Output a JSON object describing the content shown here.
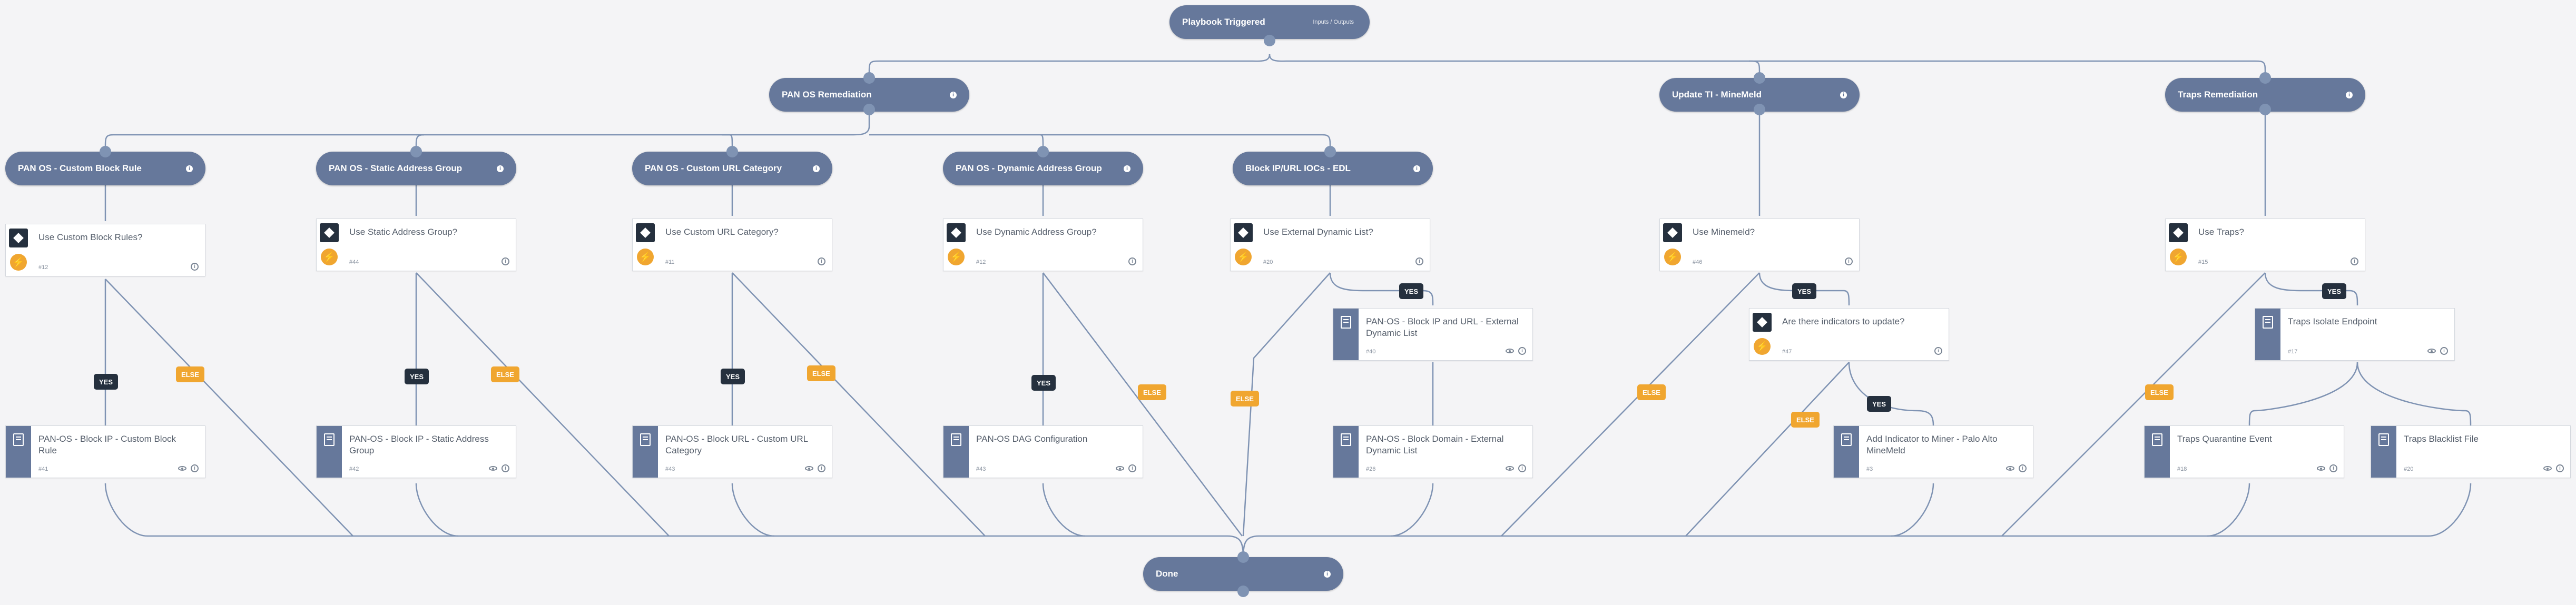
{
  "start": {
    "label": "Playbook Triggered",
    "sub": "Inputs / Outputs"
  },
  "sections": {
    "pan_os_remediation": "PAN OS Remediation",
    "update_ti": "Update TI - MineMeld",
    "traps": "Traps Remediation"
  },
  "groups": {
    "custom_block": "PAN OS - Custom Block Rule",
    "static_addr": "PAN OS - Static Address Group",
    "custom_url": "PAN OS - Custom URL Category",
    "dynamic_addr": "PAN OS - Dynamic Address Group",
    "edl": "Block IP/URL IOCs - EDL"
  },
  "conditions": {
    "c1": {
      "title": "Use Custom Block Rules?",
      "id": "#12"
    },
    "c2": {
      "title": "Use Static Address Group?",
      "id": "#44"
    },
    "c3": {
      "title": "Use Custom URL Category?",
      "id": "#11"
    },
    "c4": {
      "title": "Use Dynamic Address Group?",
      "id": "#12"
    },
    "c5": {
      "title": "Use External Dynamic List?",
      "id": "#20"
    },
    "c6": {
      "title": "Use Minemeld?",
      "id": "#46"
    },
    "c7": {
      "title": "Are there indicators to update?",
      "id": "#47"
    },
    "c8": {
      "title": "Use Traps?",
      "id": "#15"
    }
  },
  "tasks": {
    "t1": {
      "title": "PAN-OS - Block IP - Custom Block Rule",
      "id": "#41"
    },
    "t2": {
      "title": "PAN-OS - Block IP - Static Address Group",
      "id": "#42"
    },
    "t3": {
      "title": "PAN-OS - Block URL - Custom URL Category",
      "id": "#43"
    },
    "t4": {
      "title": "PAN-OS DAG Configuration",
      "id": "#43"
    },
    "t5": {
      "title": "PAN-OS - Block IP and URL - External Dynamic List",
      "id": "#40"
    },
    "t6": {
      "title": "PAN-OS - Block Domain - External Dynamic List",
      "id": "#26"
    },
    "t7": {
      "title": "Add Indicator to Miner - Palo Alto MineMeld",
      "id": "#3"
    },
    "t8": {
      "title": "Traps Isolate Endpoint",
      "id": "#17"
    },
    "t9": {
      "title": "Traps Quarantine Event",
      "id": "#18"
    },
    "t10": {
      "title": "Traps Blacklist File",
      "id": "#20"
    }
  },
  "branch": {
    "yes": "YES",
    "else": "ELSE"
  },
  "end": {
    "label": "Done"
  },
  "icons": {
    "info": "i",
    "bolt": "⚡"
  },
  "colors": {
    "node": "#66789b",
    "edge": "#7f93b3",
    "yes": "#25303e",
    "else": "#f0a630",
    "background": "#f4f4f6"
  }
}
